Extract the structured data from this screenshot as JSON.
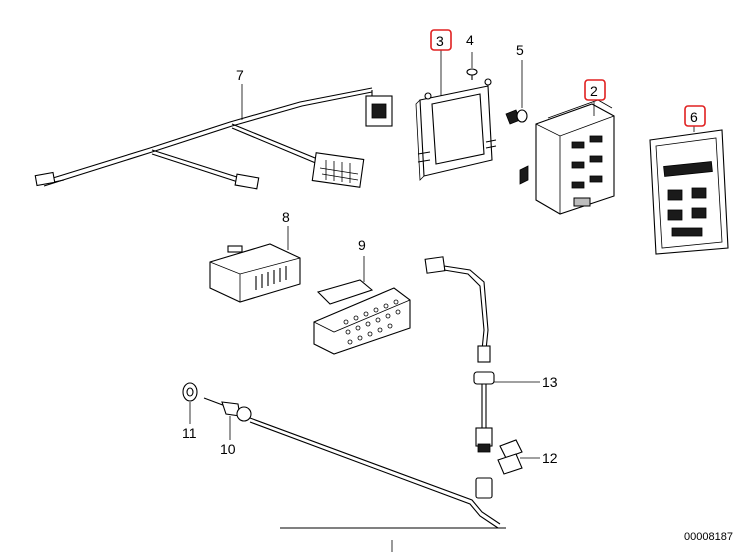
{
  "parts": [
    {
      "id": "2",
      "label": "2",
      "highlighted": true
    },
    {
      "id": "3",
      "label": "3",
      "highlighted": true
    },
    {
      "id": "4",
      "label": "4",
      "highlighted": false
    },
    {
      "id": "5",
      "label": "5",
      "highlighted": false
    },
    {
      "id": "6",
      "label": "6",
      "highlighted": true
    },
    {
      "id": "7",
      "label": "7",
      "highlighted": false
    },
    {
      "id": "8",
      "label": "8",
      "highlighted": false
    },
    {
      "id": "9",
      "label": "9",
      "highlighted": false
    },
    {
      "id": "10",
      "label": "10",
      "highlighted": false
    },
    {
      "id": "11",
      "label": "11",
      "highlighted": false
    },
    {
      "id": "12",
      "label": "12",
      "highlighted": false
    },
    {
      "id": "13",
      "label": "13",
      "highlighted": false
    }
  ],
  "document_id": "00008187",
  "colors": {
    "highlight": "#e02020",
    "ink": "#000000",
    "background": "#ffffff"
  }
}
